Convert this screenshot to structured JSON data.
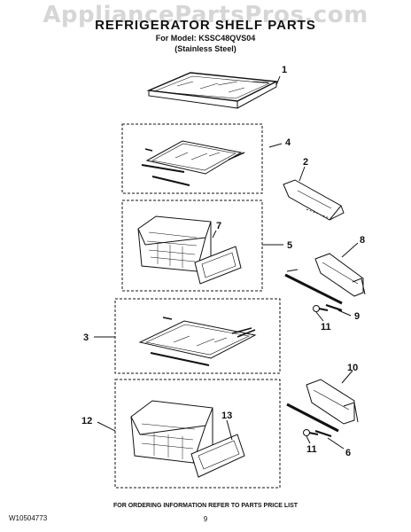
{
  "watermark": "AppliancePartsPros.com",
  "header": {
    "title": "REFRIGERATOR SHELF PARTS",
    "model_line": "For Model: KSSC48QVS04",
    "finish_line": "(Stainless Steel)"
  },
  "callouts": {
    "c1": "1",
    "c2": "2",
    "c3": "3",
    "c4": "4",
    "c5": "5",
    "c6": "6",
    "c7": "7",
    "c8": "8",
    "c9": "9",
    "c10": "10",
    "c11a": "11",
    "c11b": "11",
    "c12": "12",
    "c13": "13"
  },
  "footer": {
    "doc_number": "W10504773",
    "notice": "FOR ORDERING INFORMATION REFER TO PARTS PRICE LIST",
    "page_number": "9"
  }
}
